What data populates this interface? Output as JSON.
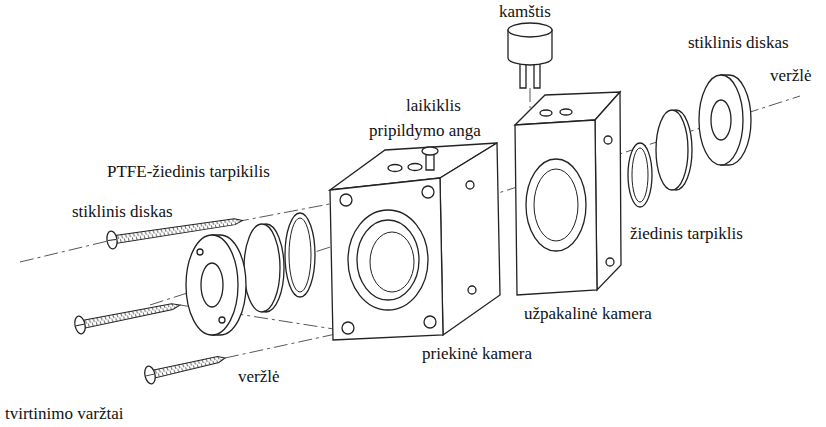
{
  "diagram": {
    "labels": [
      "kamštis",
      "stiklinis diskas",
      "laikiklis",
      "veržlė",
      "pripildymo anga",
      "PTFE-žiedinis tarpikilis",
      "stiklinis diskas",
      "žiedinis tarpiklis",
      "užpakalinė kamera",
      "priekinė kamera",
      "veržlė",
      "tvirtinimo varžtai"
    ]
  }
}
